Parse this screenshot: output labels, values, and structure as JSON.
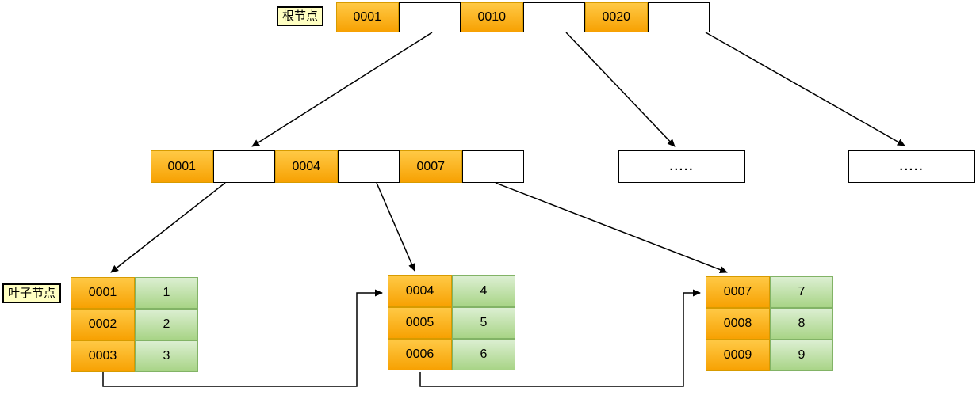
{
  "labels": {
    "root": "根节点",
    "leaf": "叶子节点"
  },
  "root_node": {
    "keys": [
      "0001",
      "0010",
      "0020"
    ]
  },
  "internal_node": {
    "keys": [
      "0001",
      "0004",
      "0007"
    ]
  },
  "ellipsis_nodes": {
    "first": ".....",
    "second": "....."
  },
  "leaf_nodes": [
    {
      "rows": [
        {
          "key": "0001",
          "value": "1"
        },
        {
          "key": "0002",
          "value": "2"
        },
        {
          "key": "0003",
          "value": "3"
        }
      ]
    },
    {
      "rows": [
        {
          "key": "0004",
          "value": "4"
        },
        {
          "key": "0005",
          "value": "5"
        },
        {
          "key": "0006",
          "value": "6"
        }
      ]
    },
    {
      "rows": [
        {
          "key": "0007",
          "value": "7"
        },
        {
          "key": "0008",
          "value": "8"
        },
        {
          "key": "0009",
          "value": "9"
        }
      ]
    }
  ],
  "colors": {
    "key_top": "#FFC945",
    "key_bottom": "#F7A102",
    "key_border": "#D79B00",
    "value_top": "#DCEFD2",
    "value_bottom": "#A8D486",
    "value_border": "#82B366",
    "label_bg": "#FFFFC2"
  }
}
